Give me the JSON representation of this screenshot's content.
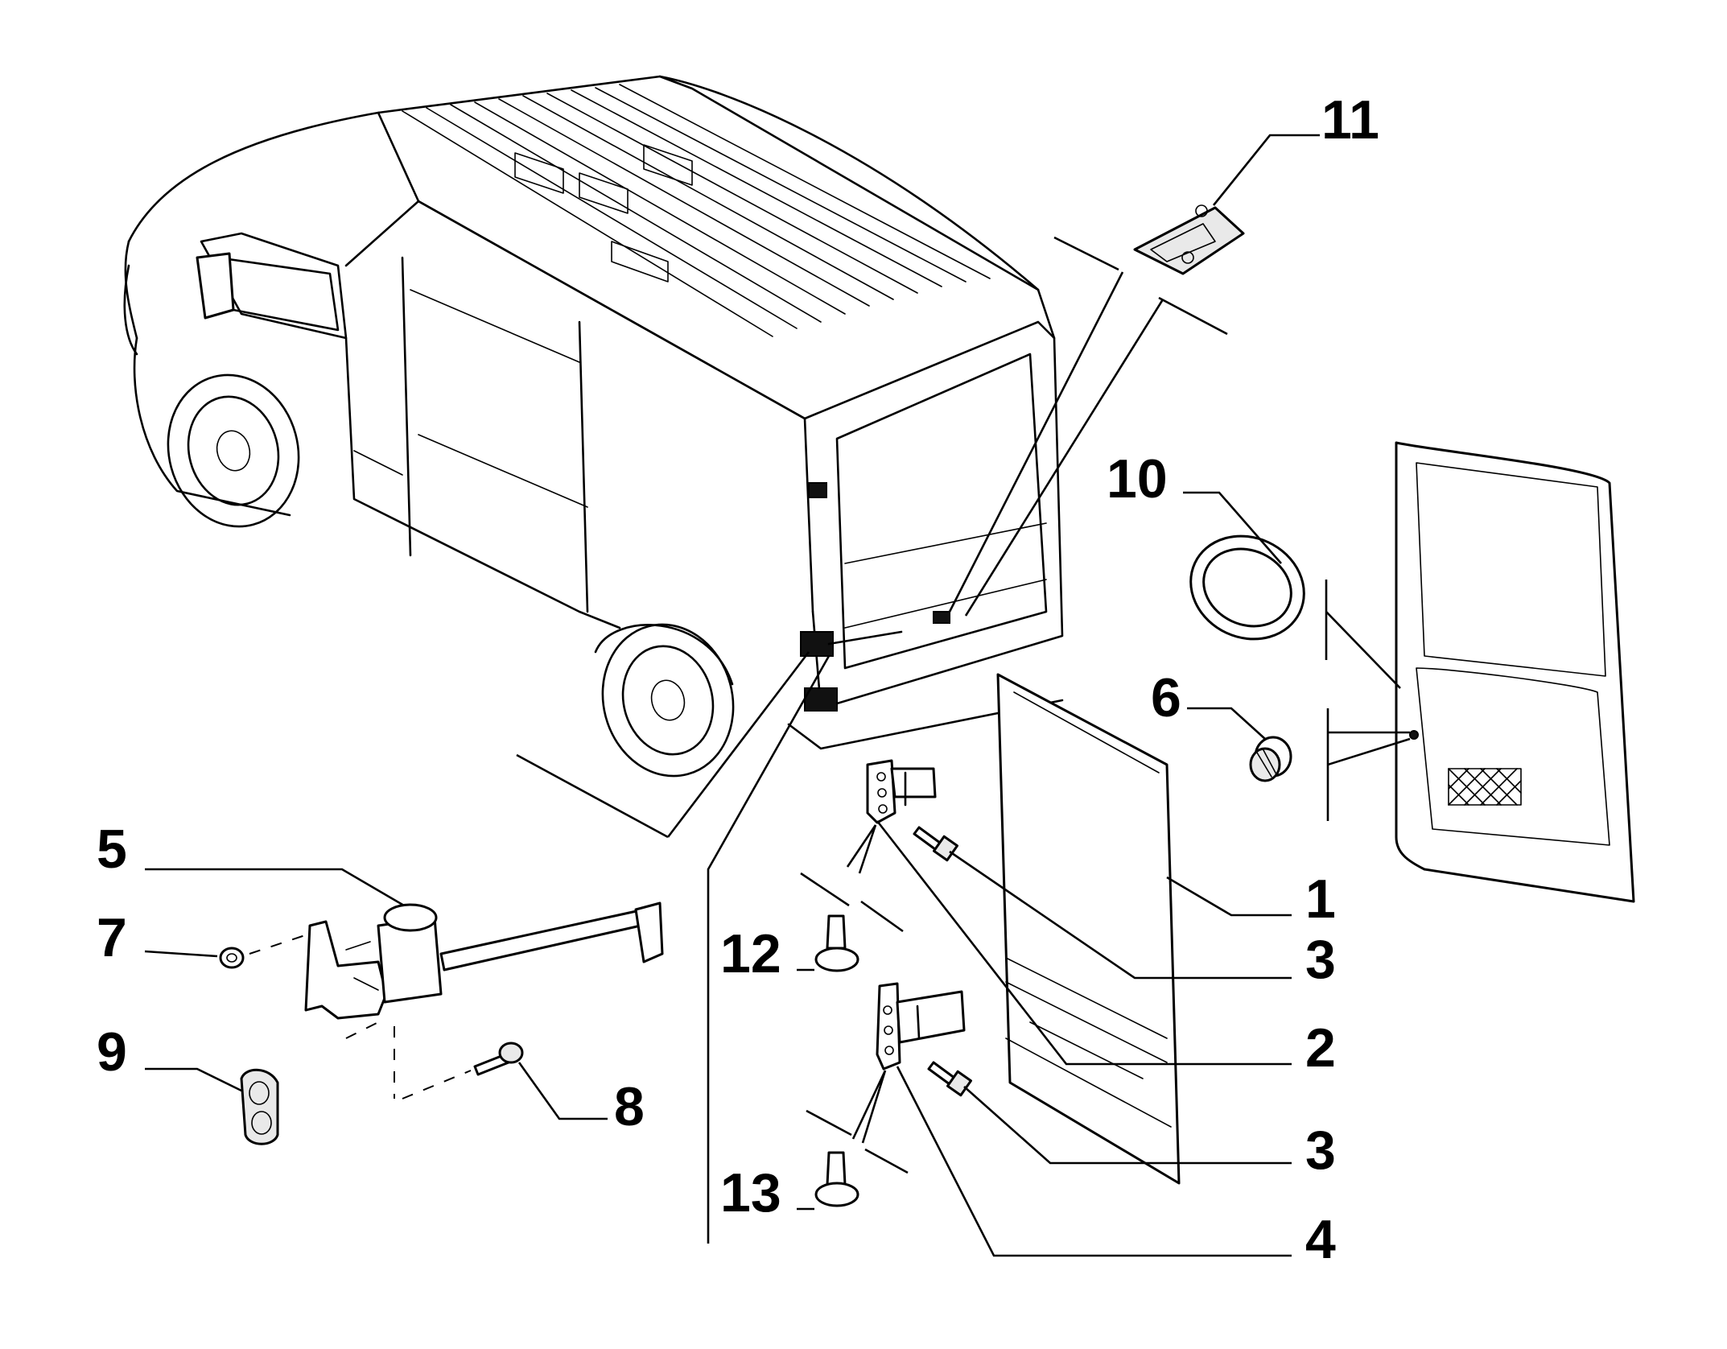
{
  "callouts": [
    {
      "id": "1",
      "label": "1"
    },
    {
      "id": "2",
      "label": "2"
    },
    {
      "id": "3a",
      "label": "3"
    },
    {
      "id": "3b",
      "label": "3"
    },
    {
      "id": "4",
      "label": "4"
    },
    {
      "id": "5",
      "label": "5"
    },
    {
      "id": "6",
      "label": "6"
    },
    {
      "id": "7",
      "label": "7"
    },
    {
      "id": "8",
      "label": "8"
    },
    {
      "id": "9",
      "label": "9"
    },
    {
      "id": "10",
      "label": "10"
    },
    {
      "id": "11",
      "label": "11"
    },
    {
      "id": "12",
      "label": "12"
    },
    {
      "id": "13",
      "label": "13"
    }
  ]
}
